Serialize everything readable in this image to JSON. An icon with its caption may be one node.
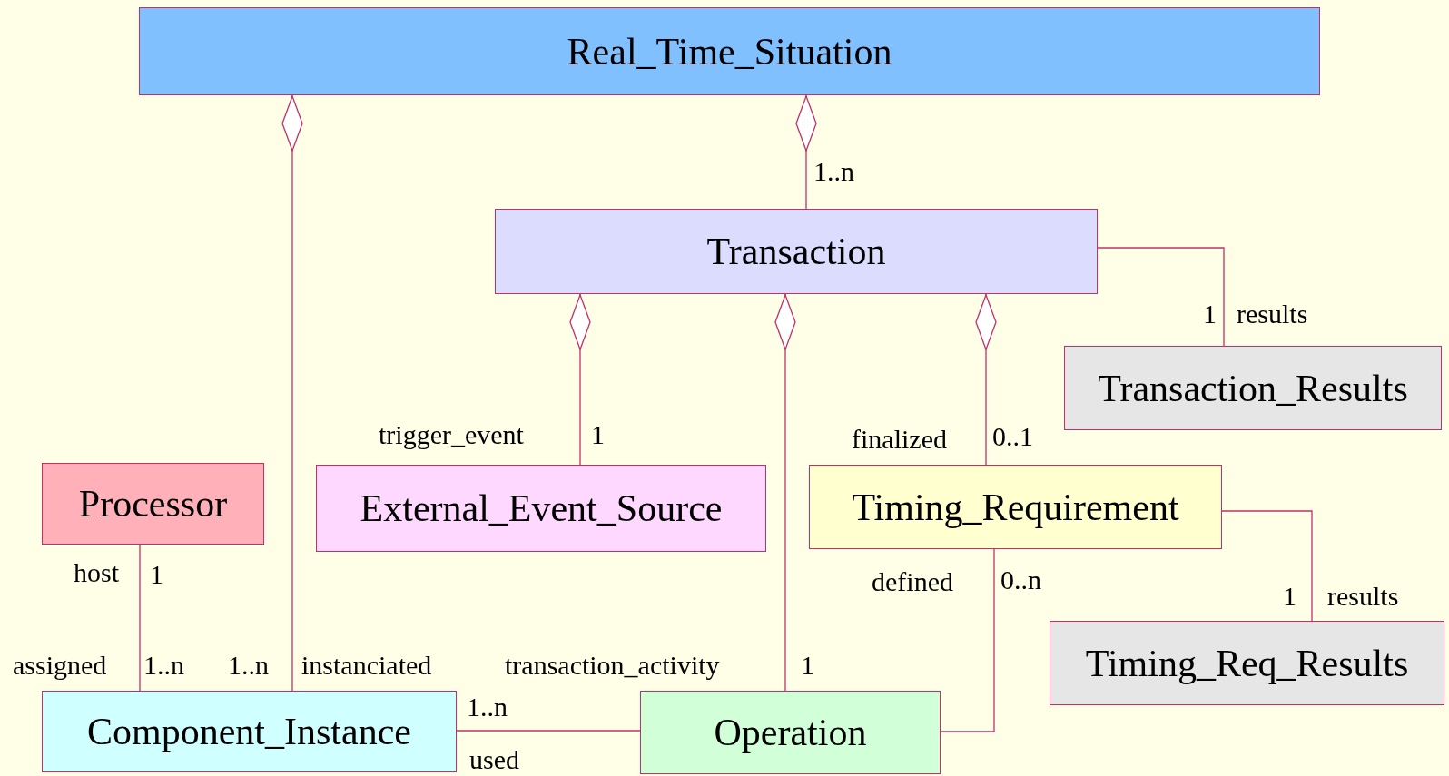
{
  "diagram": {
    "nodes": [
      {
        "text": [
          "Real_Time_Situation"
        ]
      },
      {
        "text": [
          "Transaction"
        ]
      },
      {
        "text": [
          "Transaction_Results"
        ]
      },
      {
        "text": [
          "Processor"
        ]
      },
      {
        "text": [
          "External_Event_Source"
        ]
      },
      {
        "text": [
          "Timing_Requirement"
        ]
      },
      {
        "text": [
          "Timing_Req_Results"
        ]
      },
      {
        "text": [
          "Component_Instance"
        ]
      },
      {
        "text": [
          "Operation"
        ]
      }
    ],
    "edges": [
      {
        "from": 0,
        "to": 7,
        "arrow": "other"
      },
      {
        "from": 0,
        "to": 1,
        "arrow": "other"
      },
      {
        "from": 1,
        "to": 2,
        "arrow": "none"
      },
      {
        "from": 1,
        "to": 4,
        "arrow": "other"
      },
      {
        "from": 1,
        "to": 8,
        "arrow": "other"
      },
      {
        "from": 1,
        "to": 5,
        "arrow": "other"
      },
      {
        "from": 5,
        "to": 6,
        "arrow": "none"
      },
      {
        "from": 3,
        "to": 7,
        "arrow": "none"
      },
      {
        "from": 7,
        "to": 8,
        "arrow": "none"
      },
      {
        "from": 5,
        "to": 8,
        "arrow": "none"
      }
    ],
    "labels": [
      "1..n",
      "1",
      "results",
      "trigger_event",
      "1",
      "finalized",
      "0..1",
      "host",
      "1",
      "defined",
      "0..n",
      "1",
      "results",
      "assigned",
      "1..n",
      "1..n",
      "instanciated",
      "transaction_activity",
      "1",
      "1..n",
      "used"
    ]
  }
}
